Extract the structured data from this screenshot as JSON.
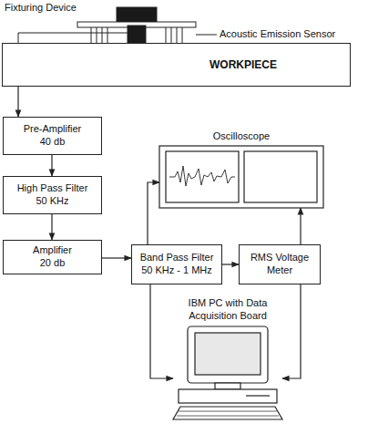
{
  "diagram": {
    "nodes": [
      {
        "text": [
          "WORKPIECE"
        ]
      },
      {
        "text": [
          "Pre-Amplifier",
          "40 db"
        ]
      },
      {
        "text": [
          "High Pass Filter",
          "50 KHz"
        ]
      },
      {
        "text": [
          "Amplifier",
          "20 db"
        ]
      },
      {
        "text": [
          "Band Pass Filter",
          "50 KHz - 1 MHz"
        ]
      },
      {
        "text": [
          "RMS Voltage Meter"
        ]
      },
      {
        "text": [
          "Oscilloscope"
        ]
      },
      {
        "text": [
          "IBM PC with Data Acquisition Board"
        ]
      }
    ],
    "edges": [
      {
        "from": 0,
        "to": 1,
        "arrow": "to"
      },
      {
        "from": 1,
        "to": 2,
        "arrow": "to"
      },
      {
        "from": 2,
        "to": 3,
        "arrow": "to"
      },
      {
        "from": 3,
        "to": 4,
        "arrow": "to"
      },
      {
        "from": 4,
        "to": 6,
        "arrow": "to"
      },
      {
        "from": 4,
        "to": 5,
        "arrow": "to"
      },
      {
        "from": 5,
        "to": 6,
        "arrow": "to"
      },
      {
        "from": 4,
        "to": 7,
        "arrow": "to"
      },
      {
        "from": 5,
        "to": 7,
        "arrow": "to"
      }
    ],
    "labels": [
      "Fixturing Device",
      "Acoustic Emission Sensor"
    ]
  }
}
